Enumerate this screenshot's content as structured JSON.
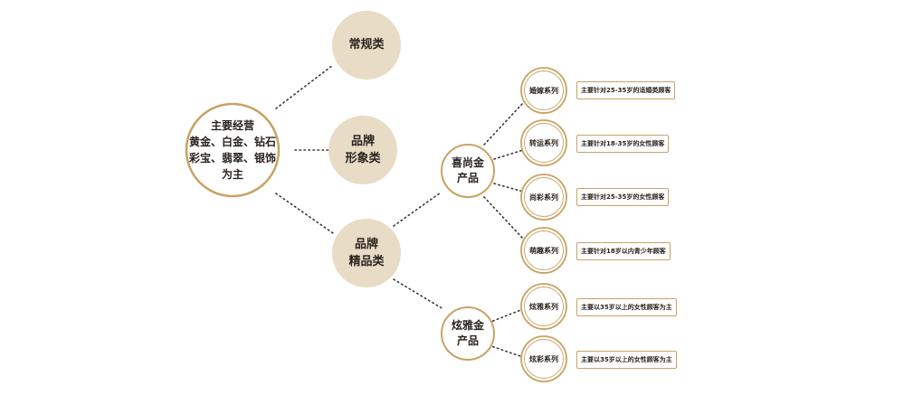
{
  "root": {
    "lines": [
      "主要经营",
      "黄金、白金、钻石",
      "彩宝、翡翠、银饰",
      "为主"
    ]
  },
  "categories": [
    {
      "lines": [
        "常规类"
      ]
    },
    {
      "lines": [
        "品牌",
        "形象类"
      ]
    },
    {
      "lines": [
        "品牌",
        "精品类"
      ]
    }
  ],
  "products": [
    {
      "lines": [
        "喜尚金",
        "产品"
      ]
    },
    {
      "lines": [
        "炫雅金",
        "产品"
      ]
    }
  ],
  "series": [
    {
      "name": "婚嫁系列",
      "desc": "主要针对25-35岁的适婚类顾客"
    },
    {
      "name": "转运系列",
      "desc": "主要针对18-35岁的女性顾客"
    },
    {
      "name": "尚彩系列",
      "desc": "主要针对25-35岁的女性顾客"
    },
    {
      "name": "萌趣系列",
      "desc": "主要针对18岁以内青少年顾客"
    },
    {
      "name": "炫雅系列",
      "desc": "主要以35岁以上的女性顾客为主"
    },
    {
      "name": "炫彩系列",
      "desc": "主要以35岁以上的女性顾客为主"
    }
  ],
  "colors": {
    "gold": "#c9a265",
    "beige_fill": "#e8dcc6",
    "line": "#3a3a3a",
    "text": "#2a2420"
  }
}
